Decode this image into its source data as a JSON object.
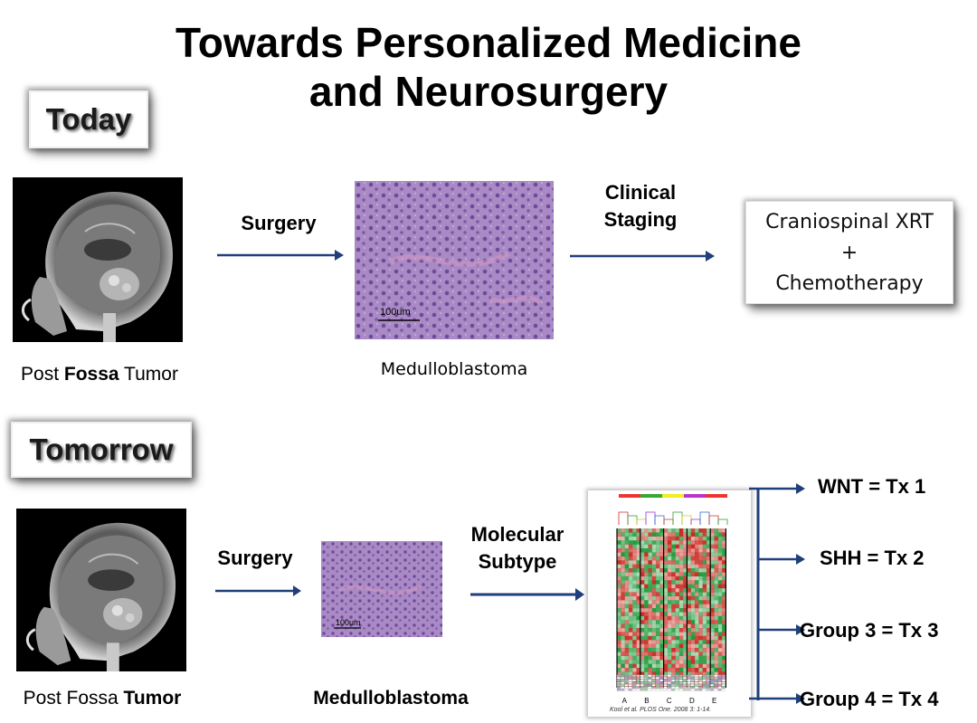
{
  "title": {
    "line1": "Towards Personalized Medicine",
    "line2": "and Neurosurgery"
  },
  "today": {
    "tag": "Today",
    "surgery_label": "Surgery",
    "staging_label_line1": "Clinical",
    "staging_label_line2": "Staging",
    "scale_bar": "100um",
    "mri_caption_a": "Post ",
    "mri_caption_b": "Fossa",
    "mri_caption_c": " Tumor",
    "histology_caption": "Medulloblastoma",
    "treatment_line1": "Craniospinal XRT",
    "treatment_line2": "+",
    "treatment_line3": "Chemotherapy"
  },
  "tomorrow": {
    "tag": "Tomorrow",
    "surgery_label": "Surgery",
    "subtype_label_line1": "Molecular",
    "subtype_label_line2": "Subtype",
    "scale_bar": "100um",
    "mri_caption_a": "Post Fossa ",
    "mri_caption_b": "Tumor",
    "histology_caption": "Medulloblastoma",
    "heatmap_columns": [
      "A",
      "B",
      "C",
      "D",
      "E"
    ],
    "citation": "Kool et al. PLOS One. 2008 3: 1-14.",
    "subtypes": [
      "WNT = Tx 1",
      "SHH = Tx 2",
      "Group 3 = Tx 3",
      "Group 4 = Tx 4"
    ]
  },
  "colors": {
    "arrow": "#1f3f7a",
    "histology_base": "#a98ac4",
    "heat_red": "#c8281e",
    "heat_green": "#1f9a3a"
  }
}
